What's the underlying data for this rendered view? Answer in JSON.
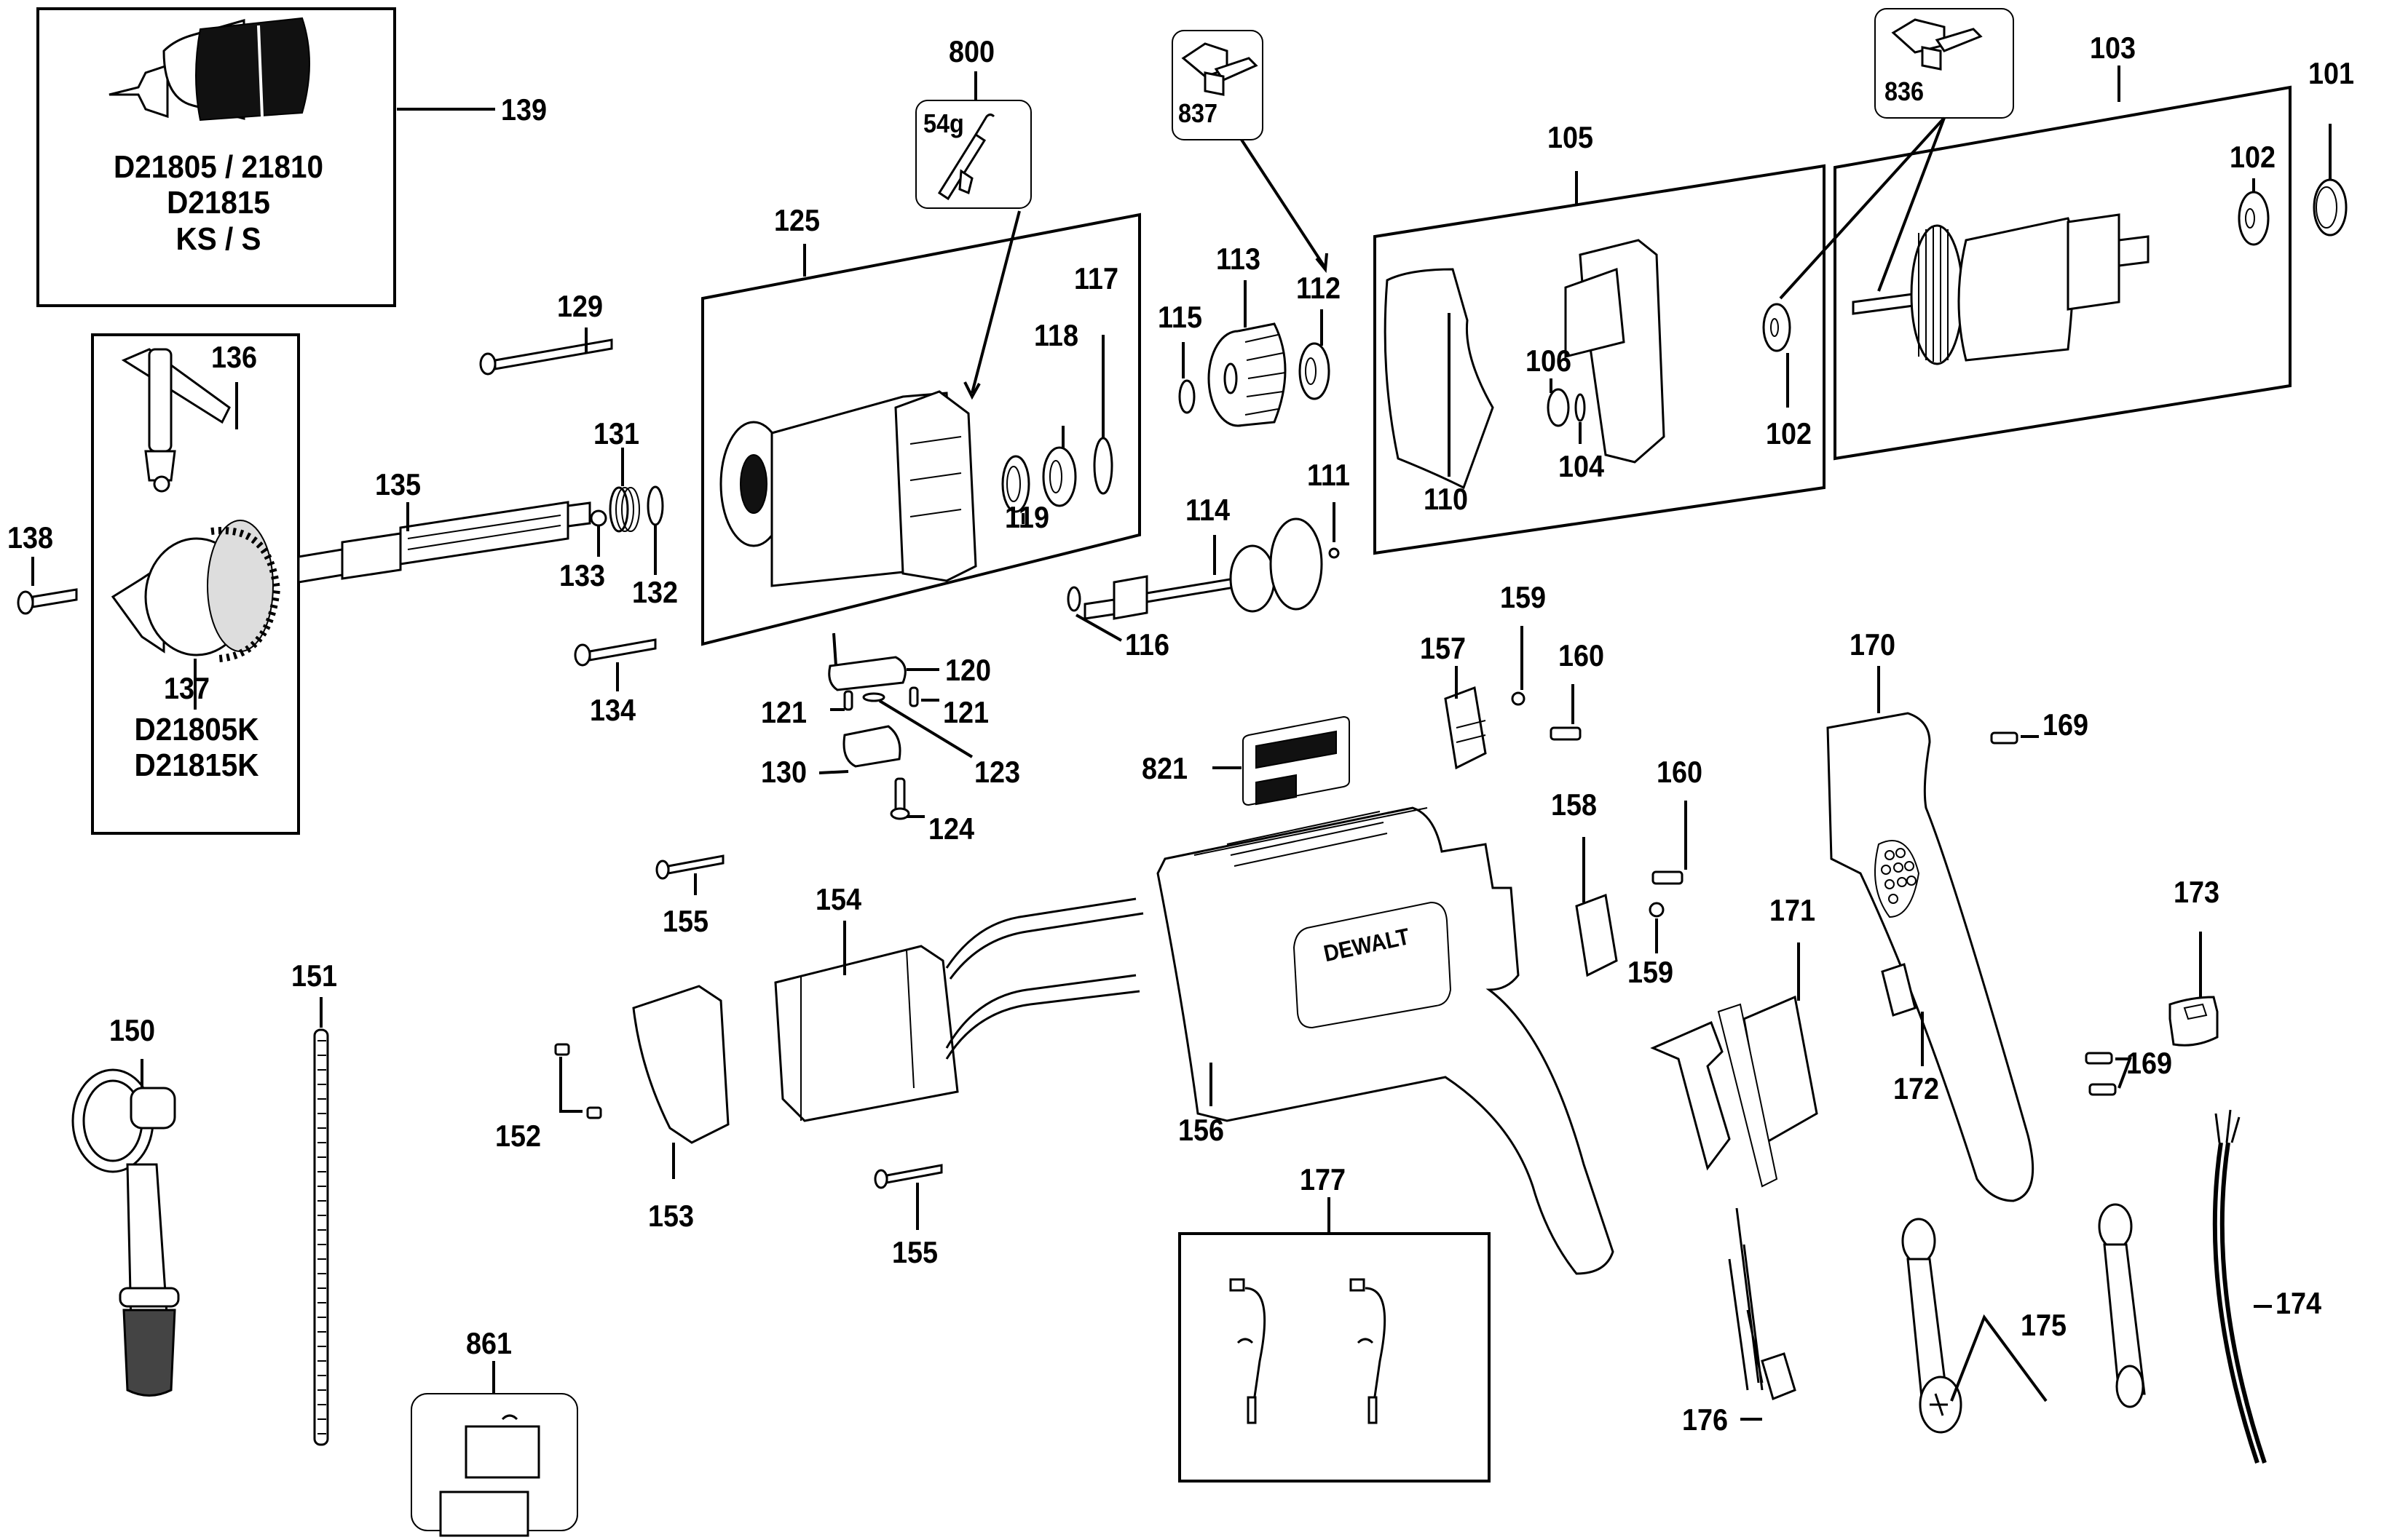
{
  "diagram": {
    "title": "DeWALT hammer drill exploded parts diagram",
    "brand_mark": "DEWALT",
    "chuck_box": {
      "part_number": "139",
      "models_line1": "D21805 / 21810",
      "models_line2": "D21815",
      "models_line3": "KS / S"
    },
    "keyed_chuck_box": {
      "key_part": "136",
      "chuck_part": "137",
      "models_line1": "D21805K",
      "models_line2": "D21815K"
    },
    "grease_box": {
      "part_number": "800",
      "weight": "54g"
    },
    "brush_box_837": {
      "part_number": "837"
    },
    "brush_box_836": {
      "part_number": "836"
    },
    "label_part": {
      "part_number": "821"
    },
    "case_box": {
      "part_number": "861"
    },
    "brush_assembly_box": {
      "part_number": "177"
    },
    "labels": {
      "p101": "101",
      "p102a": "102",
      "p102b": "102",
      "p103": "103",
      "p104": "104",
      "p105": "105",
      "p106": "106",
      "p110": "110",
      "p111": "111",
      "p112": "112",
      "p113": "113",
      "p114": "114",
      "p115": "115",
      "p116": "116",
      "p117": "117",
      "p118": "118",
      "p119": "119",
      "p120": "120",
      "p121a": "121",
      "p121b": "121",
      "p123": "123",
      "p124": "124",
      "p125": "125",
      "p129": "129",
      "p130": "130",
      "p131": "131",
      "p132": "132",
      "p133": "133",
      "p134": "134",
      "p135": "135",
      "p138": "138",
      "p150": "150",
      "p151": "151",
      "p152": "152",
      "p153": "153",
      "p154": "154",
      "p155a": "155",
      "p155b": "155",
      "p156": "156",
      "p157": "157",
      "p158": "158",
      "p159a": "159",
      "p159b": "159",
      "p160a": "160",
      "p160b": "160",
      "p169a": "169",
      "p169b": "169",
      "p170": "170",
      "p171": "171",
      "p172": "172",
      "p173": "173",
      "p174": "174",
      "p175": "175",
      "p176": "176"
    }
  }
}
